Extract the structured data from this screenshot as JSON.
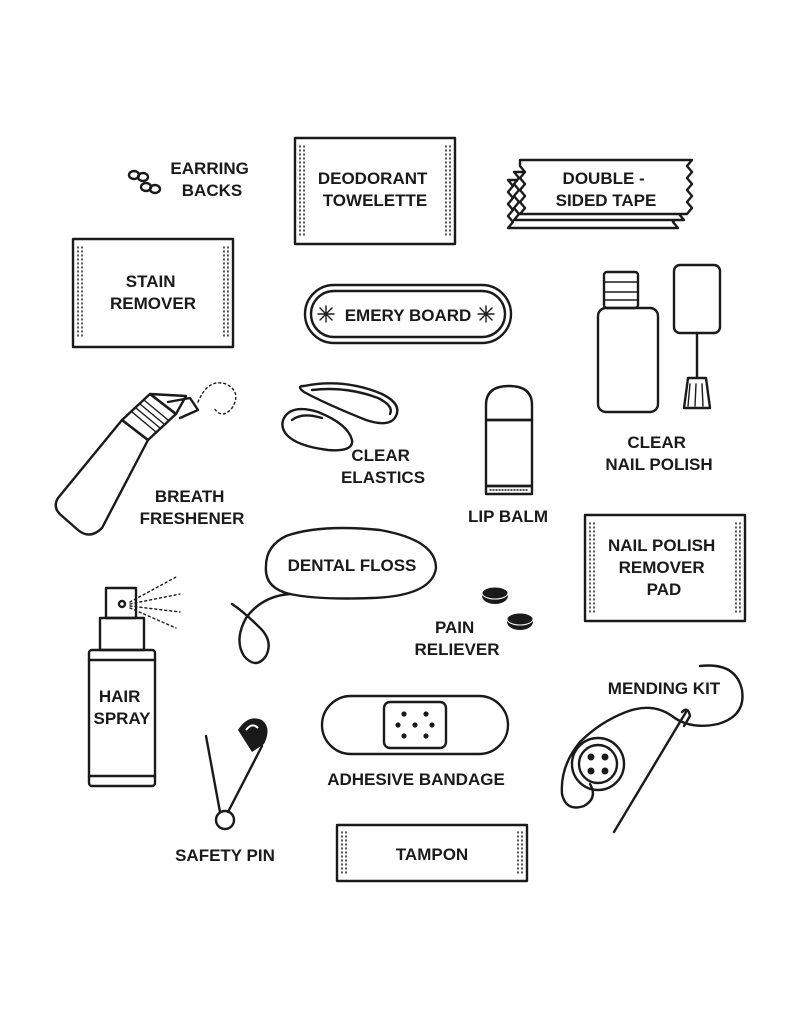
{
  "items": {
    "earring_backs": [
      "EARRING",
      "BACKS"
    ],
    "deodorant_towelette": [
      "DEODORANT",
      "TOWELETTE"
    ],
    "double_sided_tape": [
      "DOUBLE -",
      "SIDED TAPE"
    ],
    "stain_remover": [
      "STAIN",
      "REMOVER"
    ],
    "emery_board": [
      "EMERY BOARD"
    ],
    "clear_nail_polish": [
      "CLEAR",
      "NAIL POLISH"
    ],
    "breath_freshener": [
      "BREATH",
      "FRESHENER"
    ],
    "clear_elastics": [
      "CLEAR",
      "ELASTICS"
    ],
    "lip_balm": [
      "LIP BALM"
    ],
    "dental_floss": [
      "DENTAL FLOSS"
    ],
    "nail_polish_remover_pad": [
      "NAIL POLISH",
      "REMOVER",
      "PAD"
    ],
    "pain_reliever": [
      "PAIN",
      "RELIEVER"
    ],
    "hair_spray": [
      "HAIR",
      "SPRAY"
    ],
    "mending_kit": [
      "MENDING KIT"
    ],
    "adhesive_bandage": [
      "ADHESIVE BANDAGE"
    ],
    "safety_pin": [
      "SAFETY PIN"
    ],
    "tampon": [
      "TAMPON"
    ]
  },
  "colors": {
    "ink": "#1a1a1a",
    "background": "#ffffff"
  }
}
